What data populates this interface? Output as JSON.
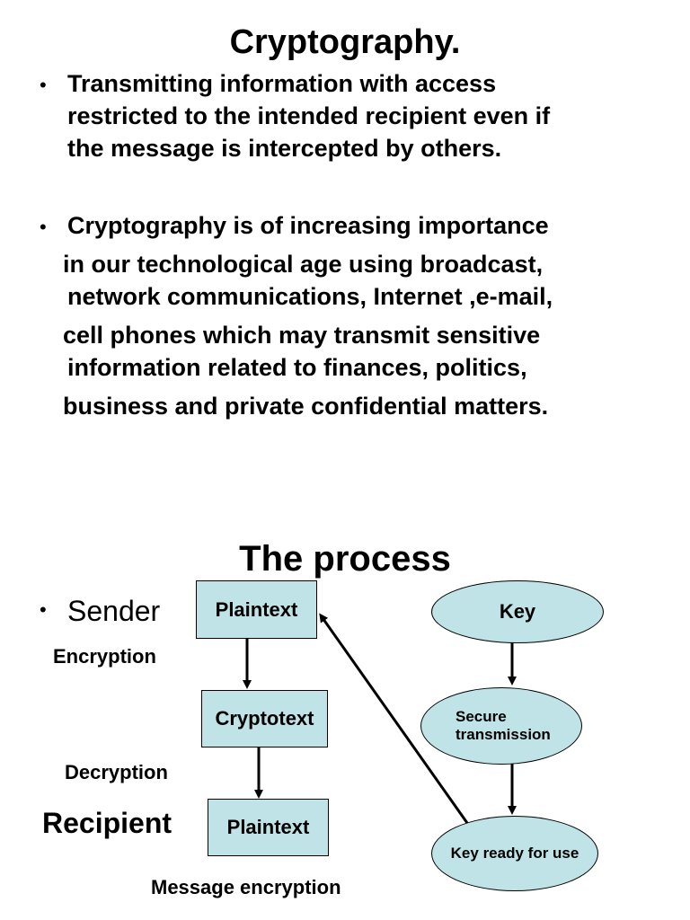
{
  "slide1": {
    "title": "Cryptography.",
    "bullet_char": "•",
    "bullet1_lines": [
      "Transmitting information with  access",
      "restricted to the intended recipient  even if",
      "the message is intercepted by others."
    ],
    "bullet2_lines": [
      "Cryptography is of increasing importance",
      "in our technological  age using broadcast,",
      "network communications, Internet ,e-mail,",
      "cell phones which may transmit sensitive",
      "information related to finances, politics,",
      "business and private confidential matters."
    ]
  },
  "slide2": {
    "title": "The process",
    "sender": "Sender",
    "encryption": "Encryption",
    "decryption": "Decryption",
    "recipient": "Recipient",
    "caption": "Message encryption",
    "plaintext_top": "Plaintext",
    "cryptotext": "Cryptotext",
    "plaintext_bottom": "Plaintext",
    "key": "Key",
    "secure_line1": "Secure",
    "secure_line2": "transmission",
    "key_ready": "Key ready for use"
  },
  "colors": {
    "shape_fill": "#bfe3e6",
    "stroke": "#000000"
  }
}
